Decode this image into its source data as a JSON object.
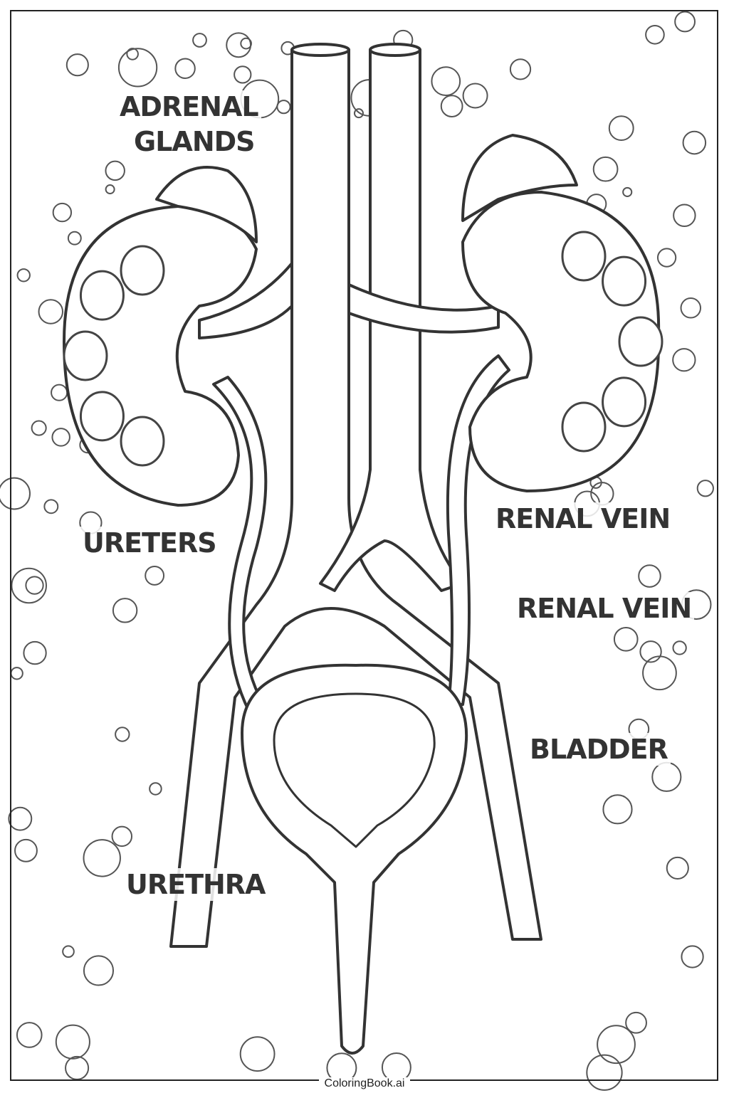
{
  "labels": {
    "adrenal_line1": "ADRENAL",
    "adrenal_line2": "GLANDS",
    "ureters": "URETERS",
    "renal_vein_1": "RENAL VEIN",
    "renal_vein_2": "RENAL VEIN",
    "bladder": "BLADDER",
    "urethra": "URETHRA"
  },
  "footer": "ColoringBook.ai",
  "colors": {
    "ink": "#333333",
    "background": "#ffffff"
  }
}
